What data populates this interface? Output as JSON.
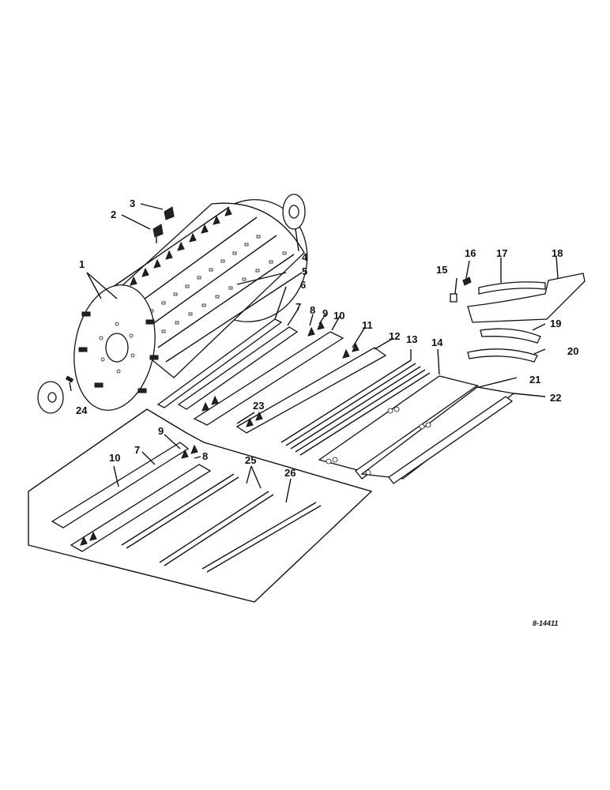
{
  "diagram": {
    "callouts": [
      "1",
      "2",
      "3",
      "4",
      "5",
      "6",
      "7",
      "8",
      "9",
      "10",
      "11",
      "12",
      "13",
      "14",
      "15",
      "16",
      "17",
      "18",
      "19",
      "20",
      "21",
      "22",
      "23",
      "24"
    ],
    "inset_callouts": [
      "9",
      "7",
      "8",
      "10",
      "25",
      "26"
    ],
    "drawing_number": "8-14411"
  }
}
